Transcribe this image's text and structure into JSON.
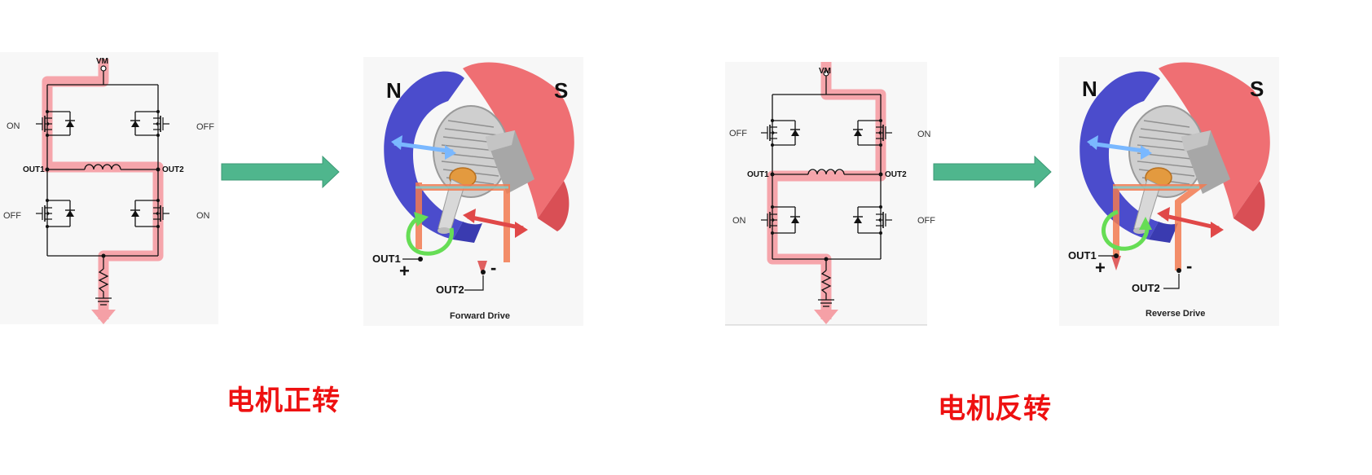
{
  "forward": {
    "bridge": {
      "vm": "VM",
      "out1": "OUT1",
      "out2": "OUT2",
      "sw_top_left": "ON",
      "sw_top_right": "OFF",
      "sw_bottom_left": "OFF",
      "sw_bottom_right": "ON"
    },
    "motor": {
      "n": "N",
      "s": "S",
      "out1": "OUT1",
      "out2": "OUT2",
      "plus": "+",
      "minus": "-",
      "caption": "Forward Drive"
    },
    "title": "电机正转"
  },
  "reverse": {
    "bridge": {
      "vm": "VM",
      "out1": "OUT1",
      "out2": "OUT2",
      "sw_top_left": "OFF",
      "sw_top_right": "ON",
      "sw_bottom_left": "ON",
      "sw_bottom_right": "OFF"
    },
    "motor": {
      "n": "N",
      "s": "S",
      "out1": "OUT1",
      "out2": "OUT2",
      "plus": "+",
      "minus": "-",
      "caption": "Reverse Drive"
    },
    "title": "电机反转"
  },
  "colors": {
    "current_path": "#f5a0a6",
    "arrow": "#4fb68d",
    "title": "#ee1111",
    "north_magnet": "#4b4ccc",
    "south_magnet": "#ef6f73"
  }
}
